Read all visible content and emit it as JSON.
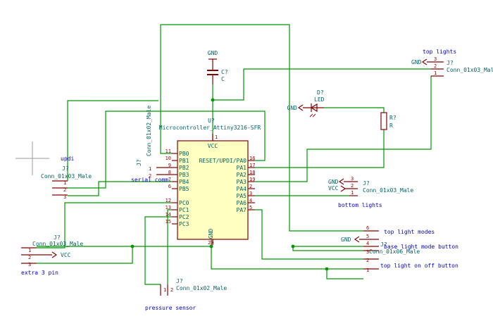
{
  "colors": {
    "wire": "#009600",
    "body": "#840000",
    "body_fill": "#ffffc2",
    "pin": "#840000",
    "text_ref": "#006464",
    "text_note": "#0000c8",
    "junction": "#009600"
  },
  "mcu": {
    "ref": "U?",
    "value": "Microcontroller_Attiny3216-SFR",
    "vcc": "VCC",
    "gnd": "GND",
    "left_pins": [
      {
        "num": "11",
        "name": "PB0"
      },
      {
        "num": "10",
        "name": "PB1"
      },
      {
        "num": "9",
        "name": "PB2"
      },
      {
        "num": "8",
        "name": "PB3"
      },
      {
        "num": "7",
        "name": "PB4"
      },
      {
        "num": "6",
        "name": "PB5"
      },
      {
        "num": "12",
        "name": "PC0"
      },
      {
        "num": "13",
        "name": "PC1"
      },
      {
        "num": "14",
        "name": "PC2"
      },
      {
        "num": "15",
        "name": "PC3"
      }
    ],
    "right_pins": [
      {
        "num": "16",
        "name": "RESET/UPDI/PA0"
      },
      {
        "num": "17",
        "name": "PA1"
      },
      {
        "num": "18",
        "name": "PA2"
      },
      {
        "num": "19",
        "name": "PA3"
      },
      {
        "num": "2",
        "name": "PA4"
      },
      {
        "num": "3",
        "name": "PA5"
      },
      {
        "num": "4",
        "name": "PA6"
      },
      {
        "num": "5",
        "name": "PA7"
      }
    ],
    "top_pin": "1",
    "bottom_pin": "20"
  },
  "cap": {
    "ref": "C?",
    "value": "C",
    "gnd": "GND"
  },
  "led": {
    "ref": "D?",
    "value": "LED",
    "gnd": "GND"
  },
  "res": {
    "ref": "R?",
    "value": "R"
  },
  "conn_top_lights": {
    "ref": "J?",
    "value": "Conn_01x03_Male",
    "title": "top lights",
    "gnd": "GND",
    "pins": [
      "3",
      "2",
      "1"
    ]
  },
  "conn_updi": {
    "ref": "J?",
    "value": "Conn_01x03_Male",
    "title": "updi",
    "pins": [
      "1",
      "2",
      "3"
    ]
  },
  "conn_serial": {
    "ref": "J?",
    "value": "Conn_01x02_Male",
    "title": "serial comm.",
    "pins": [
      "1",
      "2"
    ]
  },
  "conn_bottom": {
    "ref": "J?",
    "value": "Conn_01x03_Male",
    "title": "bottom lights",
    "gnd": "GND",
    "vcc": "VCC",
    "pins": [
      "3",
      "2",
      "1"
    ]
  },
  "conn_extra": {
    "ref": "J?",
    "value": "Conn_01x03_Male",
    "title": "extra 3 pin",
    "vcc": "VCC",
    "pins": [
      "1",
      "2",
      "3"
    ]
  },
  "conn_pressure": {
    "ref": "J?",
    "value": "Conn_01x02_Male",
    "title": "pressure sensor",
    "pins": [
      "1",
      "2"
    ]
  },
  "conn_buttons": {
    "ref": "J?",
    "value": "Conn_01x06_Male",
    "gnd": "GND",
    "pins": [
      "6",
      "5",
      "4",
      "3",
      "2",
      "1"
    ],
    "note_modes": "top light modes",
    "note_base": "base light mode button",
    "note_onoff": "top light on off button"
  }
}
